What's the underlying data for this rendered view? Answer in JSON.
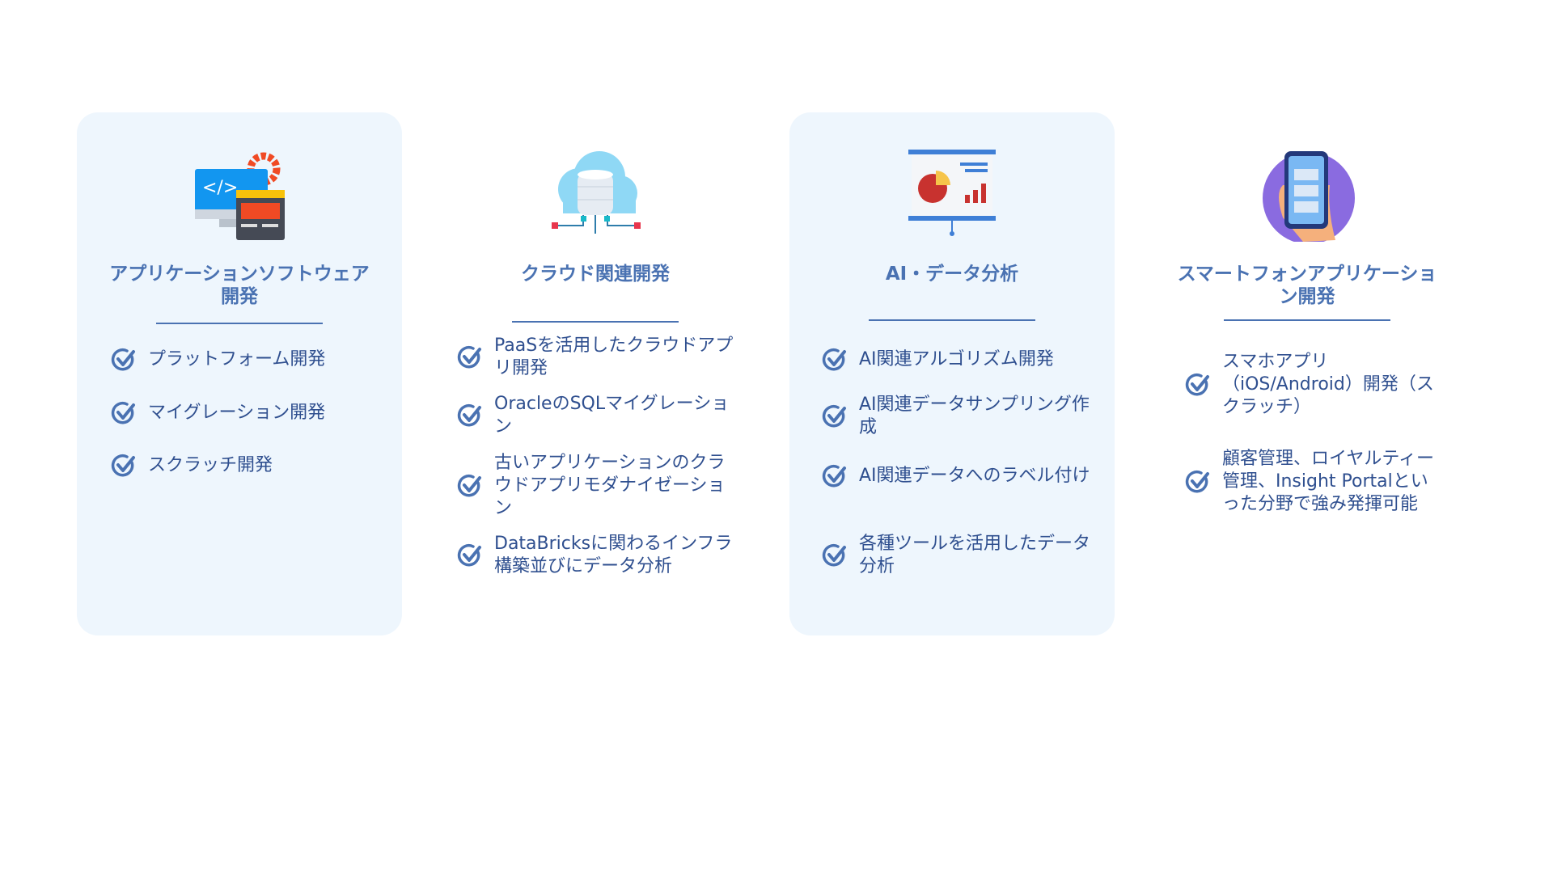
{
  "accent": "#4a72b2",
  "cards": [
    {
      "title": "アプリケーションソフトウェア開発",
      "icon": "code-monitor-gear-icon",
      "items": [
        "プラットフォーム開発",
        "マイグレーション開発",
        "スクラッチ開発"
      ]
    },
    {
      "title": "クラウド関連開発",
      "icon": "cloud-database-icon",
      "items": [
        "PaaSを活用したクラウドアプリ開発",
        "OracleのSQLマイグレーション",
        "古いアプリケーションのクラウドアプリモダナイゼーション",
        "DataBricksに関わるインフラ構築並びにデータ分析"
      ]
    },
    {
      "title": "AI・データ分析",
      "icon": "presentation-chart-icon",
      "items": [
        "AI関連アルゴリズム開発",
        "AI関連データサンプリング作成",
        "AI関連データへのラベル付け",
        "各種ツールを活用したデータ分析"
      ]
    },
    {
      "title": "スマートフォンアプリケーション開発",
      "icon": "smartphone-hand-icon",
      "items": [
        "スマホアプリ（iOS/Android）開発（スクラッチ）",
        "顧客管理、ロイヤルティー管理、Insight Portalといった分野で強み発揮可能"
      ]
    }
  ]
}
